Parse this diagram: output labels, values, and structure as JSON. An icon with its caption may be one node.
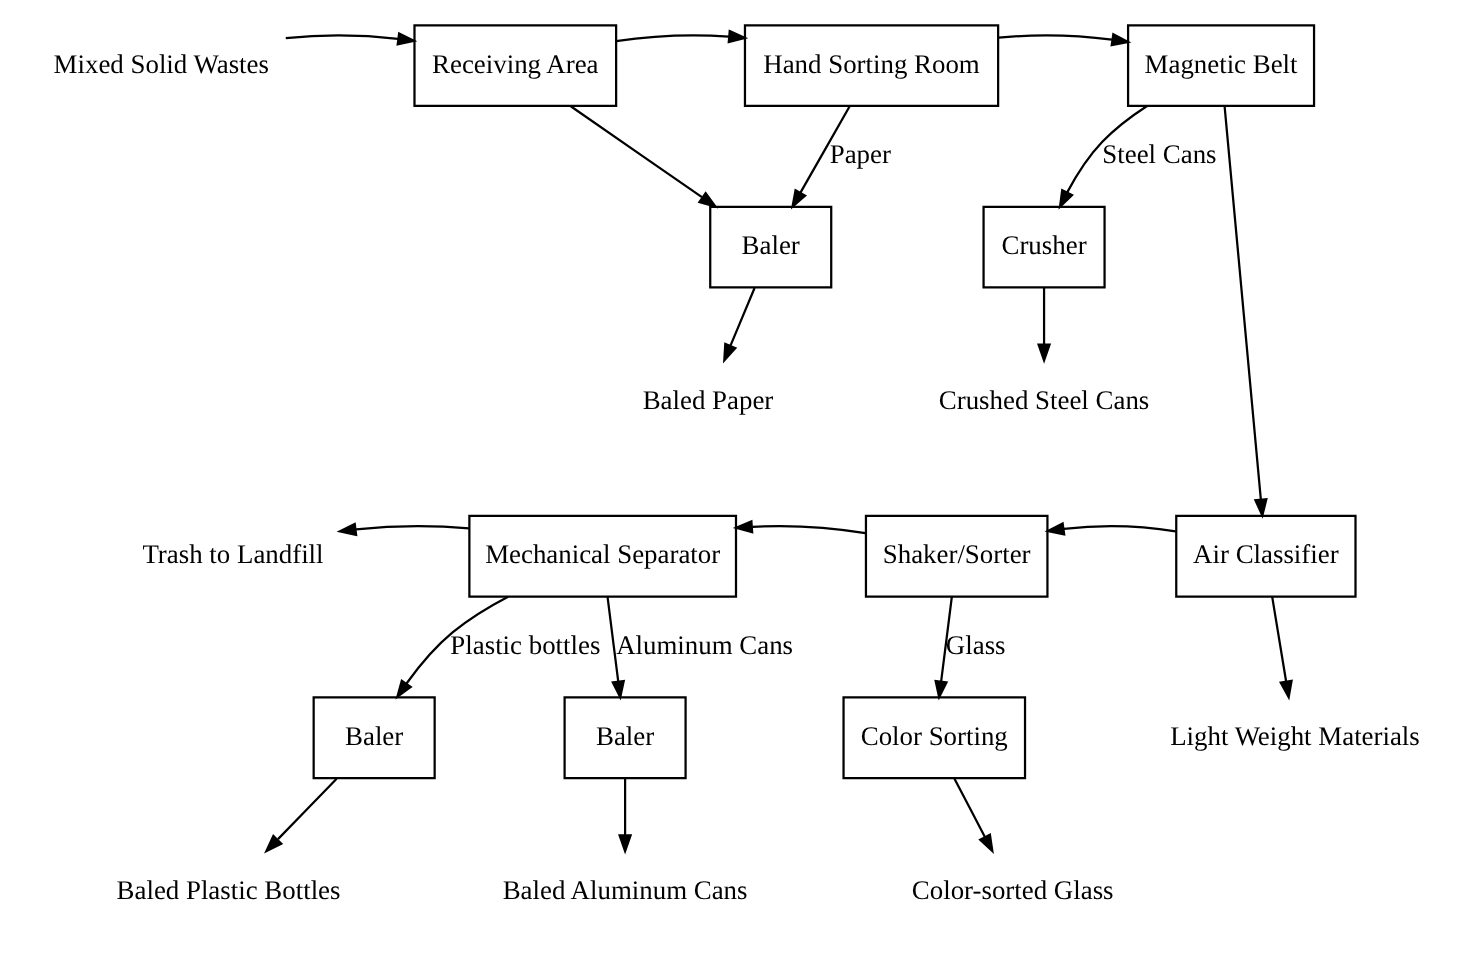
{
  "diagram": {
    "nodes": [
      {
        "text": [
          "Mixed Solid Wastes"
        ]
      },
      {
        "text": [
          "Receiving Area"
        ]
      },
      {
        "text": [
          "Hand Sorting Room"
        ]
      },
      {
        "text": [
          "Magnetic Belt"
        ]
      },
      {
        "text": [
          "Baler"
        ]
      },
      {
        "text": [
          "Baled Paper"
        ]
      },
      {
        "text": [
          "Crusher"
        ]
      },
      {
        "text": [
          "Crushed Steel Cans"
        ]
      },
      {
        "text": [
          "Mechanical Separator"
        ]
      },
      {
        "text": [
          "Shaker/Sorter"
        ]
      },
      {
        "text": [
          "Air Classifier"
        ]
      },
      {
        "text": [
          "Trash to Landfill"
        ]
      },
      {
        "text": [
          "Baler"
        ]
      },
      {
        "text": [
          "Baler"
        ]
      },
      {
        "text": [
          "Color Sorting"
        ]
      },
      {
        "text": [
          "Light Weight Materials"
        ]
      },
      {
        "text": [
          "Baled Plastic Bottles"
        ]
      },
      {
        "text": [
          "Baled Aluminum Cans"
        ]
      },
      {
        "text": [
          "Color-sorted Glass"
        ]
      }
    ],
    "edges": [
      {
        "from": 0,
        "to": 1,
        "arrow": "to"
      },
      {
        "from": 1,
        "to": 2,
        "arrow": "to"
      },
      {
        "from": 2,
        "to": 3,
        "arrow": "to"
      },
      {
        "from": 1,
        "to": 4,
        "arrow": "to"
      },
      {
        "from": 2,
        "to": 4,
        "arrow": "to",
        "label": "Paper"
      },
      {
        "from": 4,
        "to": 5,
        "arrow": "to"
      },
      {
        "from": 3,
        "to": 6,
        "arrow": "to",
        "label": "Steel Cans"
      },
      {
        "from": 6,
        "to": 7,
        "arrow": "to"
      },
      {
        "from": 3,
        "to": 10,
        "arrow": "to"
      },
      {
        "from": 10,
        "to": 9,
        "arrow": "to"
      },
      {
        "from": 9,
        "to": 8,
        "arrow": "to"
      },
      {
        "from": 8,
        "to": 11,
        "arrow": "to"
      },
      {
        "from": 8,
        "to": 12,
        "arrow": "to",
        "label": "Plastic bottles"
      },
      {
        "from": 8,
        "to": 13,
        "arrow": "to",
        "label": "Aluminum Cans"
      },
      {
        "from": 12,
        "to": 16,
        "arrow": "to"
      },
      {
        "from": 13,
        "to": 17,
        "arrow": "to"
      },
      {
        "from": 9,
        "to": 14,
        "arrow": "to",
        "label": "Glass"
      },
      {
        "from": 14,
        "to": 18,
        "arrow": "to"
      },
      {
        "from": 10,
        "to": 15,
        "arrow": "to"
      }
    ]
  }
}
